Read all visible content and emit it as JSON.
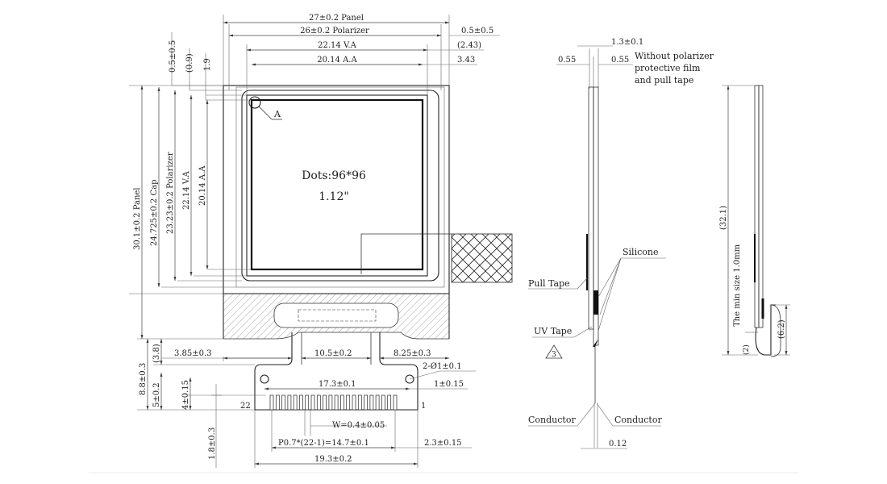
{
  "front_view": {
    "dim_panel_width": "27±0.2 Panel",
    "dim_polarizer_width": "26±0.2 Polarizer",
    "dim_va_width": "22.14 V.A",
    "dim_aa_width": "20.14 A.A",
    "dim_right_polarizer_offset": "0.5±0.5",
    "dim_right_va_offset": "(2.43)",
    "dim_right_aa_offset": "3.43",
    "dim_top_polarizer_offset": "0.5±0.5",
    "dim_top_va_offset": "(0.9)",
    "dim_top_aa_offset": "1.9",
    "dim_panel_height": "30.1±0.2 Panel",
    "dim_cap_height": "24.725±0.2 Cap",
    "dim_polarizer_height": "23.23±0.2 Polarizer",
    "dim_va_height": "22.14 V.A",
    "dim_aa_height": "20.14 A.A",
    "detail_marker": "A",
    "dots_label": "Dots:96*96",
    "diagonal_label": "1.12\""
  },
  "fpc": {
    "dim_left_offset": "3.85±0.3",
    "dim_center_width": "10.5±0.2",
    "dim_right_offset": "8.25±0.3",
    "dim_hole": "2-Ø1±0.1",
    "dim_hole_pitch": "17.3±0.1",
    "dim_hole_offset": "1±0.15",
    "dim_tail_height": "8.8±0.3",
    "dim_tail_small": "(3.8)",
    "dim_tail_mid": "5±0.2",
    "dim_pad_height": "4±0.15",
    "pin_first": "22",
    "pin_last": "1",
    "dim_pad_width": "W=0.4±0.05",
    "dim_pitch": "P0.7*(22-1)=14.7±0.1",
    "dim_pad_right": "2.3±0.15",
    "dim_total_width": "19.3±0.2",
    "dim_bottom": "1.8±0.3"
  },
  "side_view": {
    "dim_total_thickness": "1.3±0.1",
    "dim_left_layer": "0.55",
    "dim_right_layer": "0.55",
    "note_line1": "Without polarizer",
    "note_line2": "protective film",
    "note_line3": "and pull tape",
    "label_silicone": "Silicone",
    "label_pull_tape": "Pull Tape",
    "label_uv_tape": "UV Tape",
    "label_tri_num": "3",
    "label_conductor_left": "Conductor",
    "label_conductor_right": "Conductor",
    "dim_conductor": "0.12"
  },
  "bent_view": {
    "dim_height": "(32.1)",
    "note_min_size": "The min size 1.0mm",
    "dim_bend": "(6.2)",
    "dim_small": "(2)"
  }
}
